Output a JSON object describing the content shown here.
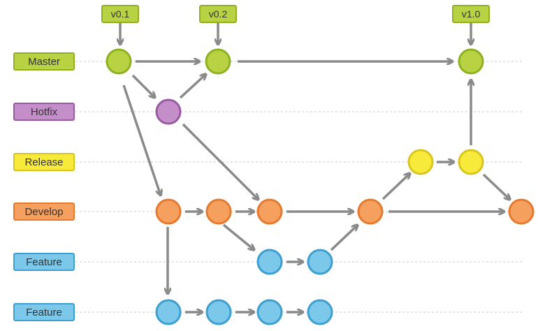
{
  "colors": {
    "master": {
      "fill": "#b8d243",
      "stroke": "#8fb021"
    },
    "hotfix": {
      "fill": "#c48fc9",
      "stroke": "#9a5aa1"
    },
    "release": {
      "fill": "#f8ea3a",
      "stroke": "#d8c51d"
    },
    "develop": {
      "fill": "#f6a060",
      "stroke": "#e5792e"
    },
    "feature": {
      "fill": "#7cc8ea",
      "stroke": "#3c9fd0"
    },
    "arrow": "#8a8a8a",
    "dotted": "#c8c8c8",
    "text": "#333333"
  },
  "lanes": [
    {
      "id": "master",
      "label": "Master"
    },
    {
      "id": "hotfix",
      "label": "Hotfix"
    },
    {
      "id": "release",
      "label": "Release"
    },
    {
      "id": "develop",
      "label": "Develop"
    },
    {
      "id": "feature1",
      "label": "Feature"
    },
    {
      "id": "feature2",
      "label": "Feature"
    }
  ],
  "tags": [
    {
      "label": "v0.1"
    },
    {
      "label": "v0.2"
    },
    {
      "label": "v1.0"
    }
  ]
}
